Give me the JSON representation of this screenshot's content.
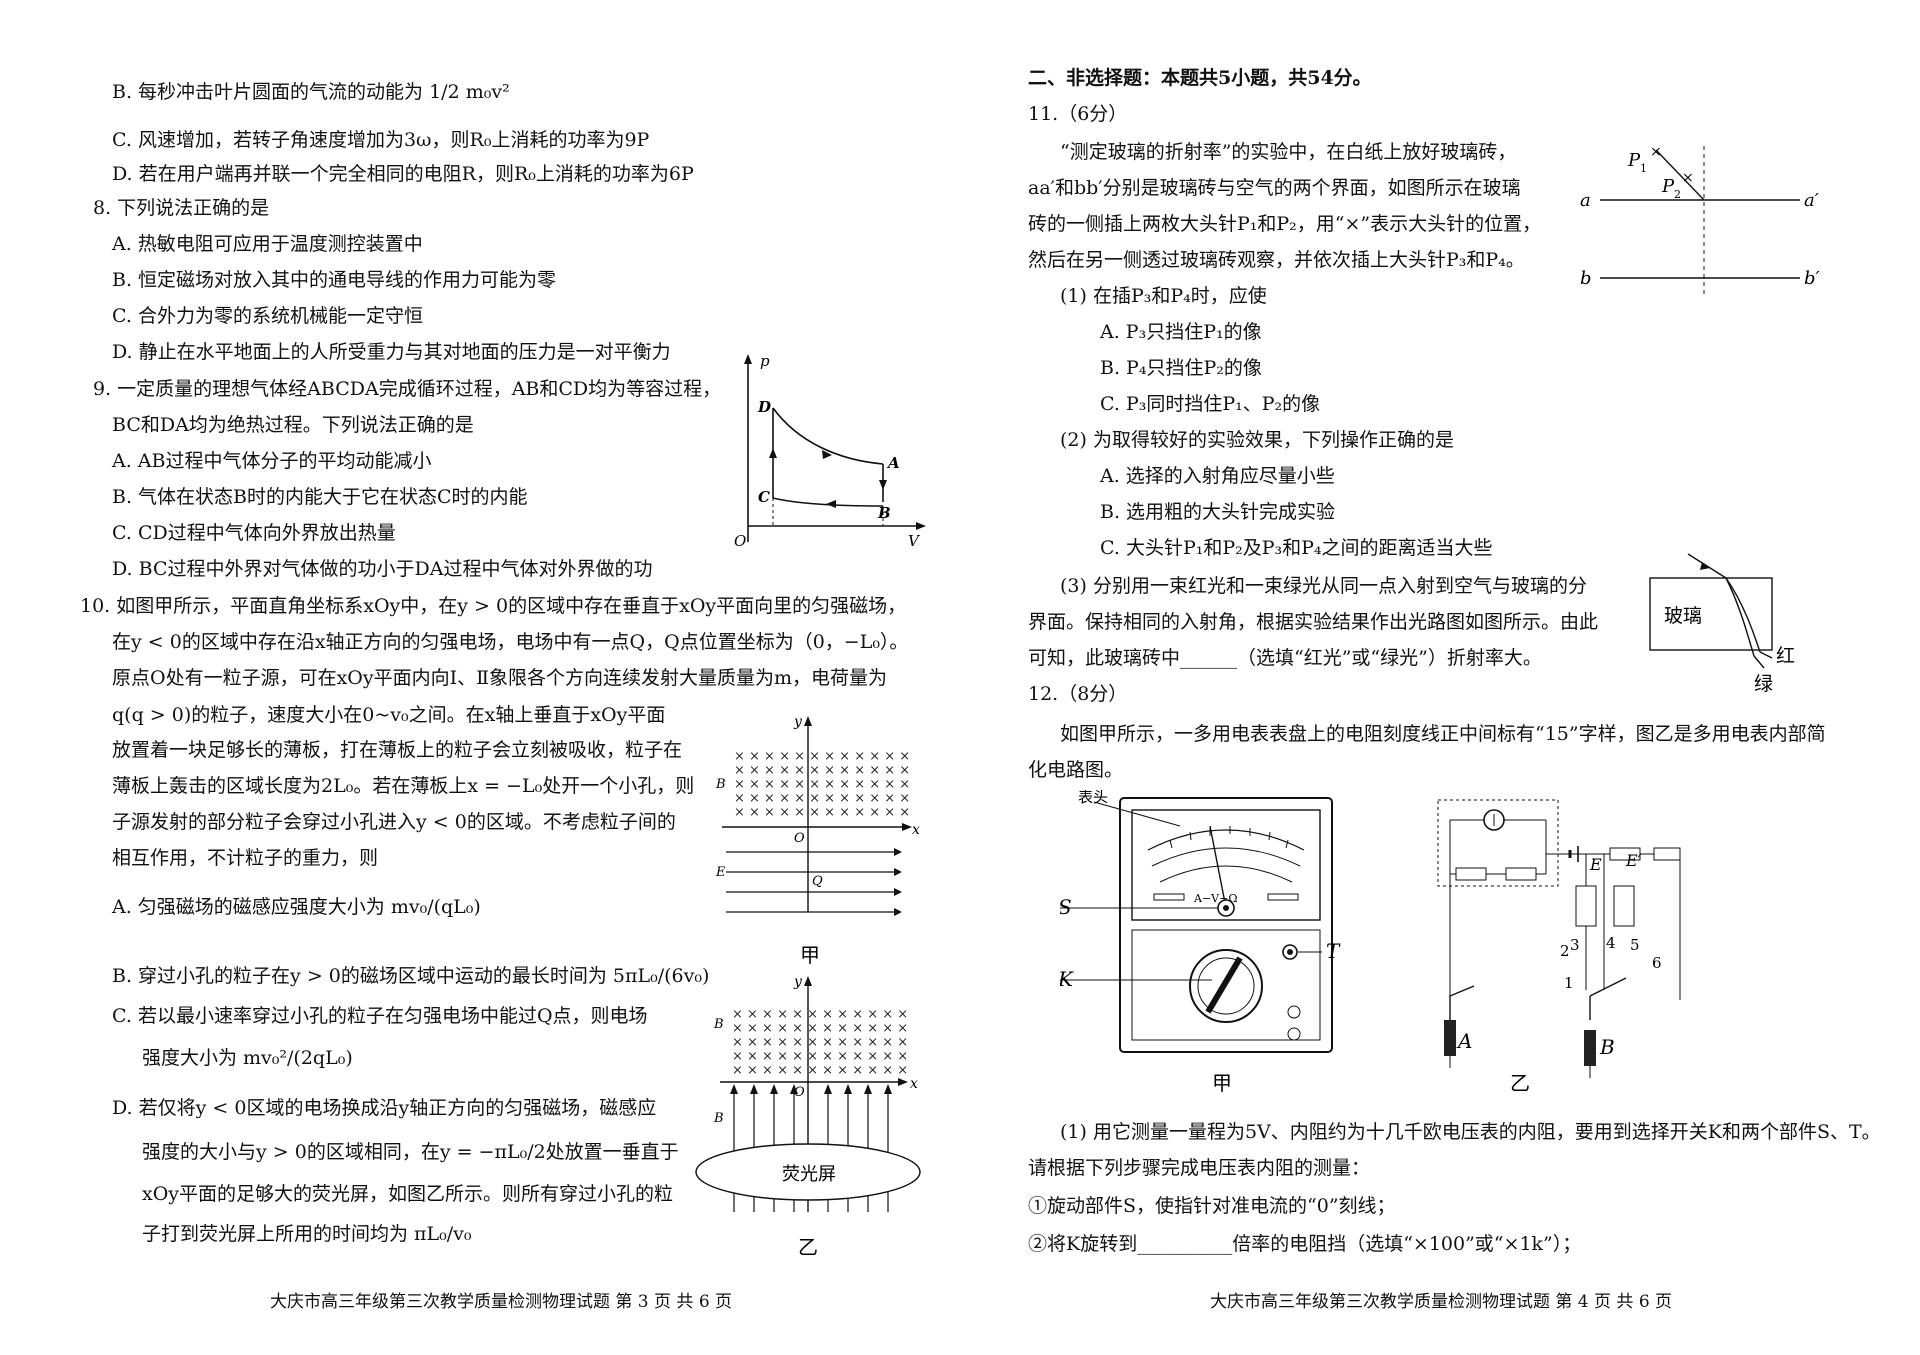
{
  "left": {
    "lines": [
      "B. 每秒冲击叶片圆面的气流的动能为 1/2 m₀v²",
      "C. 风速增加，若转子角速度增加为3ω，则R₀上消耗的功率为9P",
      "D. 若在用户端再并联一个完全相同的电阻R，则R₀上消耗的功率为6P",
      "8. 下列说法正确的是",
      "A. 热敏电阻可应用于温度测控装置中",
      "B. 恒定磁场对放入其中的通电导线的作用力可能为零",
      "C. 合外力为零的系统机械能一定守恒",
      "D. 静止在水平地面上的人所受重力与其对地面的压力是一对平衡力",
      "9. 一定质量的理想气体经ABCDA完成循环过程，AB和CD均为等容过程，",
      "BC和DA均为绝热过程。下列说法正确的是",
      "A. AB过程中气体分子的平均动能减小",
      "B. 气体在状态B时的内能大于它在状态C时的内能",
      "C. CD过程中气体向外界放出热量",
      "D. BC过程中外界对气体做的功小于DA过程中气体对外界做的功",
      "10. 如图甲所示，平面直角坐标系xOy中，在y > 0的区域中存在垂直于xOy平面向里的匀强磁场，",
      "在y < 0的区域中存在沿x轴正方向的匀强电场，电场中有一点Q，Q点位置坐标为（0，−L₀）。",
      "原点O处有一粒子源，可在xOy平面内向Ⅰ、Ⅱ象限各个方向连续发射大量质量为m，电荷量为",
      "q(q > 0)的粒子，速度大小在0~v₀之间。在x轴上垂直于xOy平面",
      "放置着一块足够长的薄板，打在薄板上的粒子会立刻被吸收，粒子在",
      "薄板上轰击的区域长度为2L₀。若在薄板上x = −L₀处开一个小孔，则",
      "子源发射的部分粒子会穿过小孔进入y < 0的区域。不考虑粒子间的",
      "相互作用，不计粒子的重力，则",
      "A. 匀强磁场的磁感应强度大小为 mv₀/(qL₀)",
      "B. 穿过小孔的粒子在y > 0的磁场区域中运动的最长时间为 5πL₀/(6v₀)",
      "C. 若以最小速率穿过小孔的粒子在匀强电场中能过Q点，则电场",
      "强度大小为 mv₀²/(2qL₀)",
      "D. 若仅将y < 0区域的电场换成沿y轴正方向的匀强磁场，磁感应",
      "强度的大小与y > 0的区域相同，在y = −πL₀/2处放置一垂直于",
      "xOy平面的足够大的荧光屏，如图乙所示。则所有穿过小孔的粒",
      "子打到荧光屏上所用的时间均为 πL₀/v₀"
    ],
    "fig_labels": {
      "jia": "甲",
      "yi": "乙",
      "screen": "荧光屏"
    },
    "footer": "大庆市高三年级第三次教学质量检测物理试题 第 3 页 共 6 页"
  },
  "right": {
    "lines": [
      "二、非选择题：本题共5小题，共54分。",
      "11.（6分）",
      "“测定玻璃的折射率”的实验中，在白纸上放好玻璃砖，",
      "aa′和bb′分别是玻璃砖与空气的两个界面，如图所示在玻璃",
      "砖的一侧插上两枚大头针P₁和P₂，用“×”表示大头针的位置，",
      "然后在另一侧透过玻璃砖观察，并依次插上大头针P₃和P₄。",
      "(1) 在插P₃和P₄时，应使",
      "A. P₃只挡住P₁的像",
      "B. P₄只挡住P₂的像",
      "C. P₃同时挡住P₁、P₂的像",
      "(2) 为取得较好的实验效果，下列操作正确的是",
      "A. 选择的入射角应尽量小些",
      "B. 选用粗的大头针完成实验",
      "C. 大头针P₁和P₂及P₃和P₄之间的距离适当大些",
      "(3) 分别用一束红光和一束绿光从同一点入射到空气与玻璃的分",
      "界面。保持相同的入射角，根据实验结果作出光路图如图所示。由此",
      "可知，此玻璃砖中______（选填“红光”或“绿光”）折射率大。",
      "12.（8分）",
      "如图甲所示，一多用电表表盘上的电阻刻度线正中间标有“15”字样，图乙是多用电表内部简",
      "化电路图。",
      "(1) 用它测量一量程为5V、内阻约为十几千欧电压表的内阻，要用到选择开关K和两个部件S、T。",
      "请根据下列步骤完成电压表内阻的测量：",
      "①旋动部件S，使指针对准电流的“0”刻线；",
      "②将K旋转到__________倍率的电阻挡（选填“×100”或“×1k”）；"
    ],
    "fig_labels": {
      "glass": "玻璃",
      "red": "红",
      "green": "绿",
      "biaotou": "表头",
      "S": "S",
      "K": "K",
      "T": "T",
      "A": "A",
      "B": "B",
      "E": "E",
      "Ep": "E′",
      "jia": "甲",
      "yi": "乙",
      "avo": "A−V−Ω"
    },
    "footer": "大庆市高三年级第三次教学质量检测物理试题 第 4 页 共 6 页"
  }
}
